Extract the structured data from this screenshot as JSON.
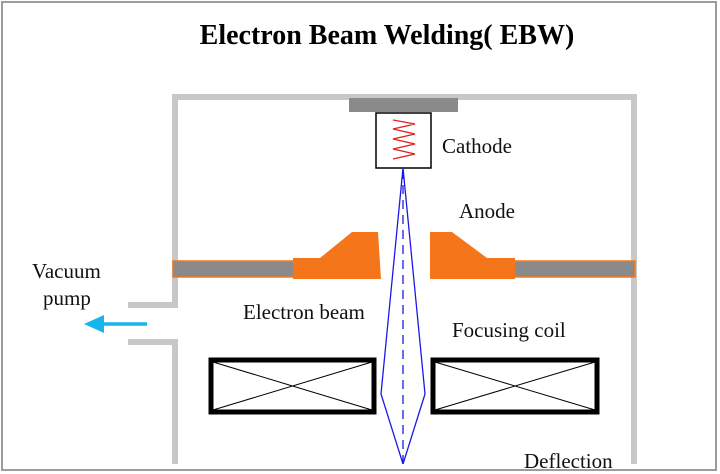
{
  "title": "Electron Beam Welding( EBW)",
  "labels": {
    "cathode": "Cathode",
    "anode": "Anode",
    "vacuum_pump_line1": "Vacuum",
    "vacuum_pump_line2": "pump",
    "electron_beam": "Electron beam",
    "focusing_coil": "Focusing coil",
    "deflection": "Deflection"
  },
  "colors": {
    "chamber": "#c8c8c8",
    "anode": "#f5761a",
    "anode_plate": "#8a8a8a",
    "beam": "#1a1ae6",
    "filament": "#e02020",
    "vacuum_arrow": "#15b6ec",
    "coil": "#000000"
  }
}
